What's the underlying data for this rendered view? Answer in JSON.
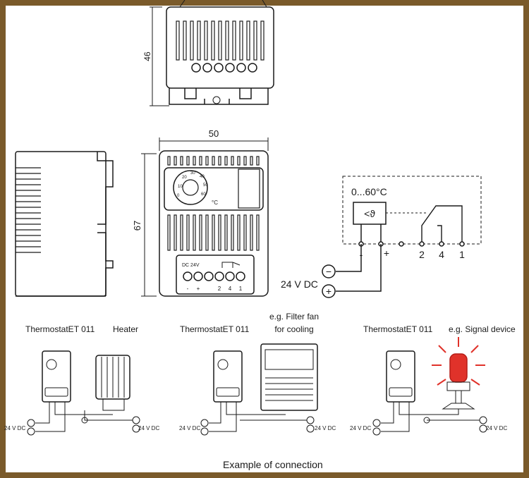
{
  "colors": {
    "frame": "#7a5a2a",
    "line": "#1a1a1a",
    "signal_red": "#e0322a"
  },
  "dimensions": {
    "top_height": "46",
    "front_width": "50",
    "front_height": "67"
  },
  "front_panel": {
    "dial_scale": [
      "0",
      "10",
      "20",
      "30",
      "40",
      "50",
      "60"
    ],
    "dial_unit": "°C",
    "dc_label": "DC 24V",
    "terminal_labels": [
      "-",
      "+",
      "2",
      "4",
      "1"
    ]
  },
  "schematic": {
    "range_label": "0...60°C",
    "sensor_symbol": "<ϑ",
    "terminals": [
      "-",
      "+",
      "2",
      "4",
      "1"
    ],
    "supply_label": "24 V DC",
    "minus_symbol": "−",
    "plus_symbol": "+"
  },
  "examples": [
    {
      "thermostat_label": "ThermostatET 011",
      "device_label": "Heater",
      "supply_left": "24 V DC",
      "supply_right": "24 V DC"
    },
    {
      "thermostat_label": "ThermostatET 011",
      "device_label": "e.g. Filter fan for cooling",
      "supply_left": "24 V DC",
      "supply_right": "24 V DC"
    },
    {
      "thermostat_label": "ThermostatET 011",
      "device_label": "e.g. Signal device",
      "supply_left": "24 V DC",
      "supply_right": "24 V DC"
    }
  ],
  "caption": "Example of connection"
}
